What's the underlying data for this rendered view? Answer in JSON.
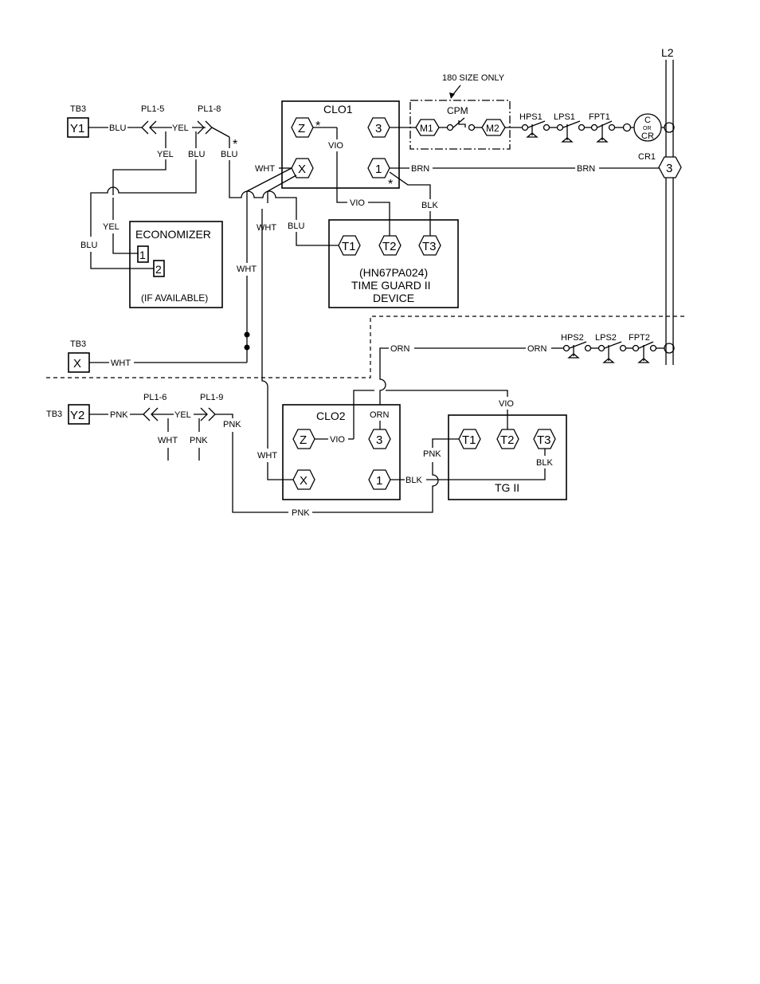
{
  "top_labels": {
    "l2": "L2",
    "size_note": "180 SIZE ONLY",
    "cpm": "CPM",
    "hps1": "HPS1",
    "lps1": "LPS1",
    "fpt1": "FPT1",
    "cr1": "CR1",
    "hps2": "HPS2",
    "lps2": "LPS2",
    "fpt2": "FPT2",
    "c_top": "C",
    "c_or": "OR",
    "c_cr": "CR"
  },
  "terminals": {
    "tb3_a": "TB3",
    "y1": "Y1",
    "tb3_b": "TB3",
    "x": "X",
    "tb3_c": "TB3",
    "y2": "Y2",
    "pl1_5": "PL1-5",
    "pl1_8": "PL1-8",
    "pl1_6": "PL1-6",
    "pl1_9": "PL1-9",
    "asterisk": "*"
  },
  "boxes": {
    "clo1": "CLO1",
    "clo2": "CLO2",
    "economizer": "ECONOMIZER",
    "econ_note": "(IF AVAILABLE)",
    "tg_line1": "(HN67PA024)",
    "tg_line2": "TIME GUARD II",
    "tg_line3": "DEVICE",
    "tg2": "TG II"
  },
  "nodes": {
    "z": "Z",
    "x": "X",
    "three": "3",
    "one": "1",
    "two": "2",
    "m1": "M1",
    "m2": "M2",
    "t1": "T1",
    "t2": "T2",
    "t3": "T3"
  },
  "wires": {
    "blu": "BLU",
    "yel": "YEL",
    "wht": "WHT",
    "vio": "VIO",
    "brn": "BRN",
    "blk": "BLK",
    "orn": "ORN",
    "pnk": "PNK"
  }
}
